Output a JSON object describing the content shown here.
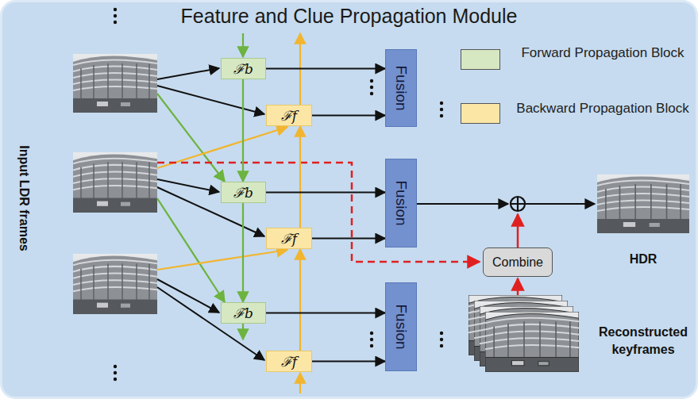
{
  "diagram": {
    "title": "Feature and Clue Propagation Module",
    "nodes": [
      {
        "text": [
          "ℱb"
        ]
      },
      {
        "text": [
          "ℱf"
        ]
      },
      {
        "text": [
          "ℱb"
        ]
      },
      {
        "text": [
          "ℱf"
        ]
      },
      {
        "text": [
          "ℱb"
        ]
      },
      {
        "text": [
          "ℱf"
        ]
      },
      {
        "text": [
          "Fusion"
        ]
      },
      {
        "text": [
          "Fusion"
        ]
      },
      {
        "text": [
          "Fusion"
        ]
      },
      {
        "text": [
          "Combine"
        ]
      }
    ],
    "edges": [
      {
        "from": 0,
        "to": 2,
        "arrow": "to"
      },
      {
        "from": 2,
        "to": 4,
        "arrow": "to"
      },
      {
        "from": 5,
        "to": 3,
        "arrow": "to"
      },
      {
        "from": 3,
        "to": 1,
        "arrow": "to"
      },
      {
        "from": 0,
        "to": 6,
        "arrow": "to"
      },
      {
        "from": 1,
        "to": 6,
        "arrow": "to"
      },
      {
        "from": 2,
        "to": 7,
        "arrow": "to"
      },
      {
        "from": 3,
        "to": 7,
        "arrow": "to"
      },
      {
        "from": 4,
        "to": 8,
        "arrow": "to"
      },
      {
        "from": 5,
        "to": 8,
        "arrow": "to"
      }
    ],
    "labels": [
      "Input LDR frames",
      "HDR",
      "Reconstructed keyframes"
    ],
    "legend": [
      {
        "text": "Forward Propagation Block",
        "color": "#d6e8c2"
      },
      {
        "text": "Backward Propagation Block",
        "color": "#fbe6a6"
      }
    ]
  }
}
